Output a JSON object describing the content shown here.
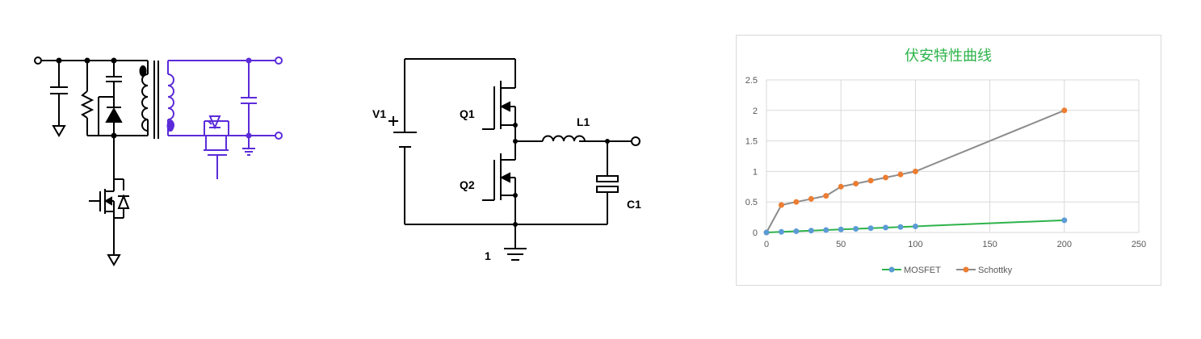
{
  "buck": {
    "v1_label": "V1",
    "q1_label": "Q1",
    "q2_label": "Q2",
    "l1_label": "L1",
    "c1_label": "C1",
    "node_label": "1"
  },
  "colors": {
    "primary": "#000000",
    "secondary": "#5b2bd9",
    "mosfet_line": "#2db34a",
    "mosfet_marker": "#5b9bd5",
    "schottky_line": "#8c8c8c",
    "schottky_marker": "#ed7d31",
    "chart_title": "#2db34a"
  },
  "chart_data": {
    "type": "line",
    "title": "伏安特性曲线",
    "xlabel": "",
    "ylabel": "",
    "xlim": [
      0,
      250
    ],
    "ylim": [
      0,
      2.5
    ],
    "xticks": [
      "0",
      "50",
      "100",
      "150",
      "200",
      "250"
    ],
    "yticks": [
      "0",
      "0.5",
      "1",
      "1.5",
      "2",
      "2.5"
    ],
    "grid": true,
    "legend": "bottom",
    "series": [
      {
        "name": "MOSFET",
        "x": [
          0,
          10,
          20,
          30,
          40,
          50,
          60,
          70,
          80,
          90,
          100,
          200
        ],
        "y": [
          0,
          0.01,
          0.02,
          0.03,
          0.04,
          0.05,
          0.06,
          0.07,
          0.08,
          0.09,
          0.1,
          0.2
        ]
      },
      {
        "name": "Schottky",
        "x": [
          0,
          10,
          20,
          30,
          40,
          50,
          60,
          70,
          80,
          90,
          100,
          200
        ],
        "y": [
          0,
          0.45,
          0.5,
          0.55,
          0.6,
          0.75,
          0.8,
          0.85,
          0.9,
          0.95,
          1.0,
          2.0
        ]
      }
    ]
  }
}
